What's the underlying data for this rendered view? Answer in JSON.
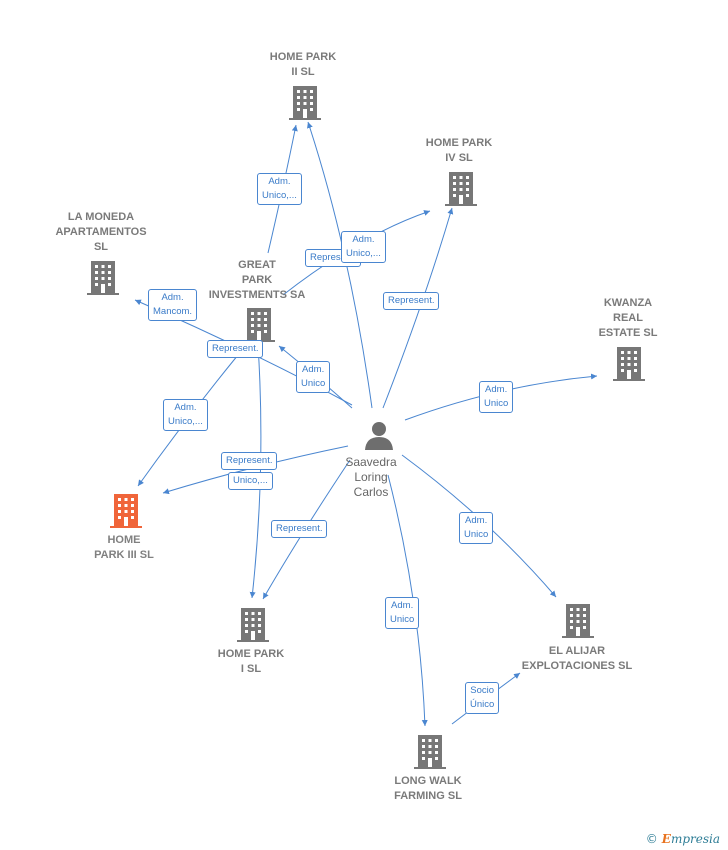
{
  "colors": {
    "edge": "#4a86d0",
    "building": "#777777",
    "focus_building": "#f0653a",
    "text": "#7a7a7a"
  },
  "nodes": {
    "home_park_ii": {
      "label": "HOME PARK\nII  SL",
      "icon": "building-icon"
    },
    "home_park_iv": {
      "label": "HOME PARK\nIV  SL",
      "icon": "building-icon"
    },
    "la_moneda": {
      "label": "LA MONEDA\nAPARTAMENTOS\nSL",
      "icon": "building-icon"
    },
    "great_park": {
      "label": "GREAT\nPARK\nINVESTMENTS SA",
      "icon": "building-icon"
    },
    "kwanza": {
      "label": "KWANZA\nREAL\nESTATE  SL",
      "icon": "building-icon"
    },
    "person": {
      "label": "Saavedra\nLoring\nCarlos",
      "icon": "person-icon"
    },
    "home_park_iii": {
      "label": "HOME\nPARK III  SL",
      "icon": "building-icon"
    },
    "home_park_i": {
      "label": "HOME PARK\nI  SL",
      "icon": "building-icon"
    },
    "el_alijar": {
      "label": "EL ALIJAR\nEXPLOTACIONES SL",
      "icon": "building-icon"
    },
    "long_walk": {
      "label": "LONG WALK\nFARMING  SL",
      "icon": "building-icon"
    }
  },
  "edge_labels": {
    "adm_unico_ii": "Adm.\nUnico,...",
    "represent_iv_back": "Represent.",
    "adm_unico_iv": "Adm.\nUnico,...",
    "represent_iv": "Represent.",
    "adm_mancom": "Adm.\nMancom.",
    "represent_gp": "Represent.",
    "adm_unico_gp": "Adm.\nUnico",
    "adm_unico_kwanza": "Adm.\nUnico",
    "adm_unico_iii": "Adm.\nUnico,...",
    "represent_iii": "Represent.",
    "unico_iii": "Unico,...",
    "represent_i": "Represent.",
    "adm_unico_alijar": "Adm.\nUnico",
    "adm_unico_longwalk": "Adm.\nUnico",
    "socio_unico": "Socio\nÚnico"
  },
  "brand": {
    "copyright": "©",
    "initial": "E",
    "rest": "mpresia"
  }
}
